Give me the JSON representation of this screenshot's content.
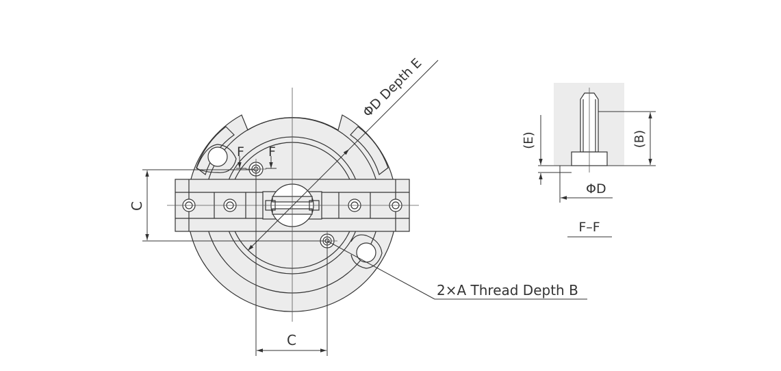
{
  "labels": {
    "depth_e": "ΦD Depth E",
    "f_left": "F",
    "f_right": "F",
    "c_vertical": "C",
    "c_horizontal": "C",
    "thread": "2×A Thread Depth B",
    "e_paren": "(E)",
    "b_paren": "(B)",
    "phi_d": "ΦD",
    "section": "F–F"
  },
  "colors": {
    "line": "#333333",
    "fill": "#ececec"
  }
}
